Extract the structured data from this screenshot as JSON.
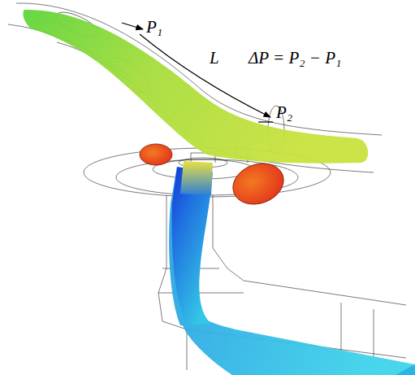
{
  "diagram": {
    "labels": [
      "P₁",
      "L",
      "P₂",
      "ΔP = P₂ − P₁"
    ]
  }
}
